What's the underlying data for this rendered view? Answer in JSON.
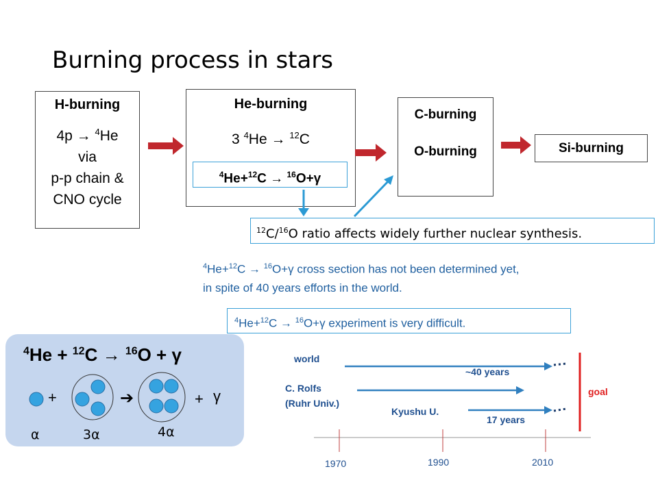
{
  "title": "Burning process in stars",
  "h_burning": {
    "heading": "H-burning",
    "reaction_lead": "4p → ",
    "reaction_sup": "4",
    "reaction_tail": "He",
    "line2": "via",
    "line3": "p-p chain &",
    "line4": "CNO cycle"
  },
  "he_burning": {
    "heading": "He-burning",
    "lead": "3 ",
    "sup1": "4",
    "mid": "He → ",
    "sup2": "12",
    "tail": "C"
  },
  "he_reaction_box": {
    "sup1": "4",
    "p1": "He+",
    "sup2": "12",
    "p2": "C → ",
    "sup3": "16",
    "p3": "O+γ"
  },
  "co_burning": {
    "line1": "C-burning",
    "line2": "O-burning"
  },
  "si_burning": {
    "label": "Si-burning"
  },
  "ratio_note": {
    "sup1": "12",
    "p1": "C/",
    "sup2": "16",
    "p2": "O ratio affects widely further nuclear synthesis."
  },
  "cross_section_note": {
    "sup1": "4",
    "p1": "He+",
    "sup2": "12",
    "p2": "C ",
    "arrow": "→",
    "sup3": "16",
    "p3": "O+γ cross section has not been determined yet,",
    "line2": "in spite of 40 years efforts in the world."
  },
  "difficult_note": {
    "sup1": "4",
    "p1": "He+",
    "sup2": "12",
    "p2": "C ",
    "arrow": "→",
    "sup3": "16",
    "p3": "O+γ experiment is very difficult."
  },
  "panel": {
    "sup1": "4",
    "p1": "He + ",
    "sup2": "12",
    "p2": "C → ",
    "sup3": "16",
    "p3": "O + γ",
    "plus1": "+",
    "arrow": "➔",
    "plus2": "+",
    "gamma": "γ",
    "label_alpha": "α",
    "label_3alpha": "3α",
    "label_4alpha": "4α"
  },
  "timeline": {
    "labels": {
      "world": "world",
      "rolfs_line1": "C. Rolfs",
      "rolfs_line2": "(Ruhr Univ.)",
      "kyushu": "Kyushu U.",
      "goal": "goal",
      "world_years": "~40 years",
      "kyushu_years": "17 years"
    },
    "ticks": [
      "1970",
      "1990",
      "2010"
    ]
  },
  "colors": {
    "red_arrow": "#c0272d",
    "blue_line": "#2b9ad4",
    "ball": "#35a3e0",
    "panel": "#c5d6ee",
    "timeline_arrow": "#2f7fbf",
    "goal_line": "#e02020"
  }
}
